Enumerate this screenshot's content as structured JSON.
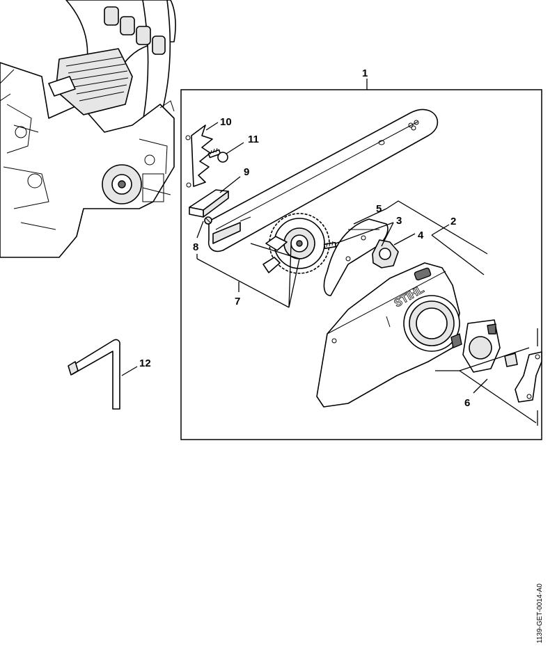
{
  "diagram": {
    "callouts": {
      "c1": "1",
      "c2": "2",
      "c3": "3",
      "c4": "4",
      "c5": "5",
      "c6": "6",
      "c7": "7",
      "c8": "8",
      "c9": "9",
      "c10": "10",
      "c11": "11",
      "c12": "12"
    },
    "brand_logo_text": "STIHL",
    "document_id": "1139-GET-0014-A0"
  }
}
